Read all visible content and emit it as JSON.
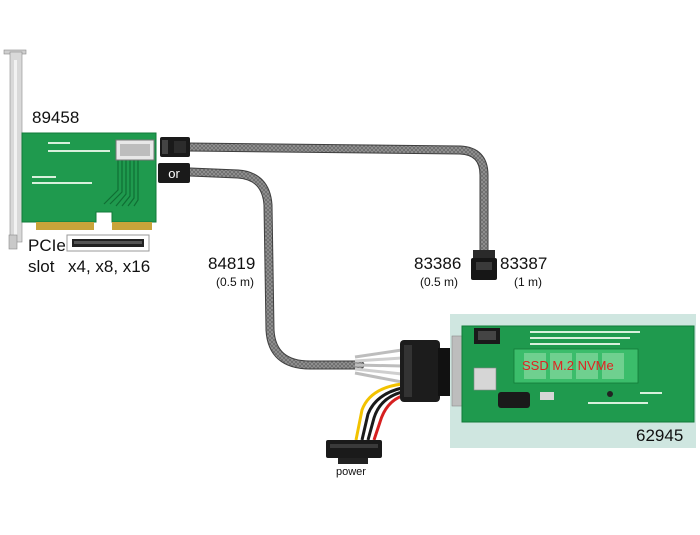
{
  "adapter_card": {
    "part_number": "89458"
  },
  "pcie_slot": {
    "label_line1": "PCIe",
    "label_line2": "slot",
    "lanes": "x4, x8, x16"
  },
  "alternative_marker": {
    "text": "or"
  },
  "cable_84819": {
    "part_number": "84819",
    "length": "(0.5 m)"
  },
  "cable_83386": {
    "part_number": "83386",
    "length": "(0.5 m)"
  },
  "cable_83387": {
    "part_number": "83387",
    "length": "(1 m)"
  },
  "sata_power": {
    "label": "power"
  },
  "converter_board": {
    "part_number": "62945",
    "ssd_label": "SSD M.2 NVMe"
  },
  "colors": {
    "pcb_green": "#1f9a4e",
    "cable_grey": "#5b5b5b",
    "board_background": "#cfe6e0",
    "ssd_text_red": "#e02020",
    "power_yellow": "#f2c200",
    "power_red": "#d62020"
  }
}
